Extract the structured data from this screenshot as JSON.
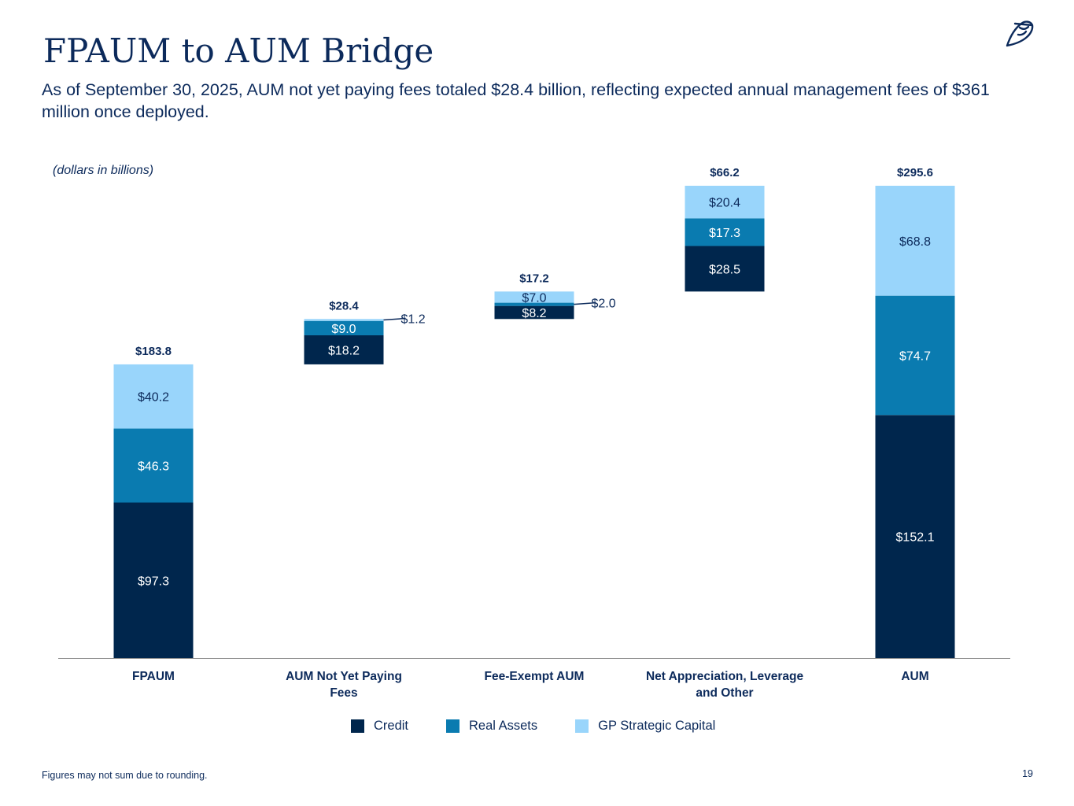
{
  "header": {
    "title": "FPAUM to AUM Bridge",
    "subtitle": "As of September 30, 2025, AUM not yet paying fees totaled $28.4 billion, reflecting expected annual management fees of $361 million once deployed.",
    "logo_icon": "owl-icon"
  },
  "footer": {
    "note": "Figures may not sum due to rounding.",
    "page": "19"
  },
  "chart_data": {
    "type": "waterfall",
    "units_note": "(dollars in billions)",
    "categories": [
      "FPAUM",
      "AUM Not Yet Paying Fees",
      "Fee-Exempt AUM",
      "Net Appreciation, Leverage and Other",
      "AUM"
    ],
    "category_labels": [
      [
        "FPAUM"
      ],
      [
        "AUM Not Yet Paying",
        "Fees"
      ],
      [
        "Fee-Exempt AUM"
      ],
      [
        "Net Appreciation, Leverage",
        "and Other"
      ],
      [
        "AUM"
      ]
    ],
    "bases": [
      0,
      183.8,
      212.2,
      229.4,
      0
    ],
    "totals": [
      "$183.8",
      "$28.4",
      "$17.2",
      "$66.2",
      "$295.6"
    ],
    "series": [
      {
        "name": "Credit",
        "color": "#00264d",
        "values": [
          97.3,
          18.2,
          8.2,
          28.5,
          152.1
        ],
        "labels": [
          "$97.3",
          "$18.2",
          "$8.2",
          "$28.5",
          "$152.1"
        ]
      },
      {
        "name": "Real Assets",
        "color": "#0a7bb0",
        "values": [
          46.3,
          9.0,
          2.0,
          17.3,
          74.7
        ],
        "labels": [
          "$46.3",
          "$9.0",
          "$2.0",
          "$17.3",
          "$74.7"
        ]
      },
      {
        "name": "GP Strategic Capital",
        "color": "#99d5fb",
        "values": [
          40.2,
          1.2,
          7.0,
          20.4,
          68.8
        ],
        "labels": [
          "$40.2",
          "$1.2",
          "$7.0",
          "$20.4",
          "$68.8"
        ]
      }
    ],
    "ylim": [
      0,
      295.6
    ],
    "grid": false,
    "legend_position": "bottom"
  }
}
